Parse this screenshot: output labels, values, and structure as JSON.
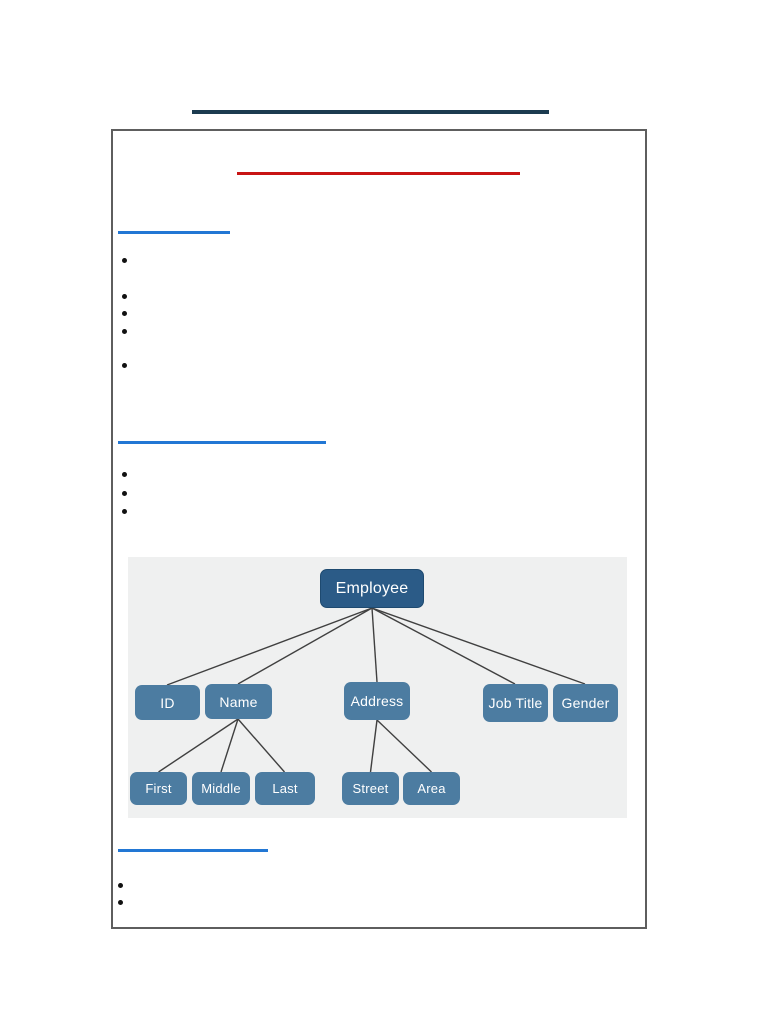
{
  "colors": {
    "page-bg": "#ffffff",
    "outer-rule": "#1c3b50",
    "page-border": "#5e5e5e",
    "title-rule": "#c81414",
    "heading-rule": "#2277d4",
    "bullet": "#111111",
    "diagram-bg": "#eff0f0",
    "node-root-bg": "#2b5b87",
    "node-bg": "#4c7ca1",
    "node-text": "#ffffff",
    "edge": "#404040"
  },
  "content": {
    "note": "document page with blank/invisible body text; only underlines, bullet marks and the diagram are visible",
    "bullet_group_counts": [
      5,
      3,
      2
    ]
  },
  "diagram": {
    "type": "tree",
    "root": {
      "label": "Employee"
    },
    "children": [
      {
        "label": "ID"
      },
      {
        "label": "Name",
        "children": [
          "First",
          "Middle",
          "Last"
        ]
      },
      {
        "label": "Address",
        "children": [
          "Street",
          "Area"
        ]
      },
      {
        "label": "Job Title"
      },
      {
        "label": "Gender"
      }
    ]
  }
}
